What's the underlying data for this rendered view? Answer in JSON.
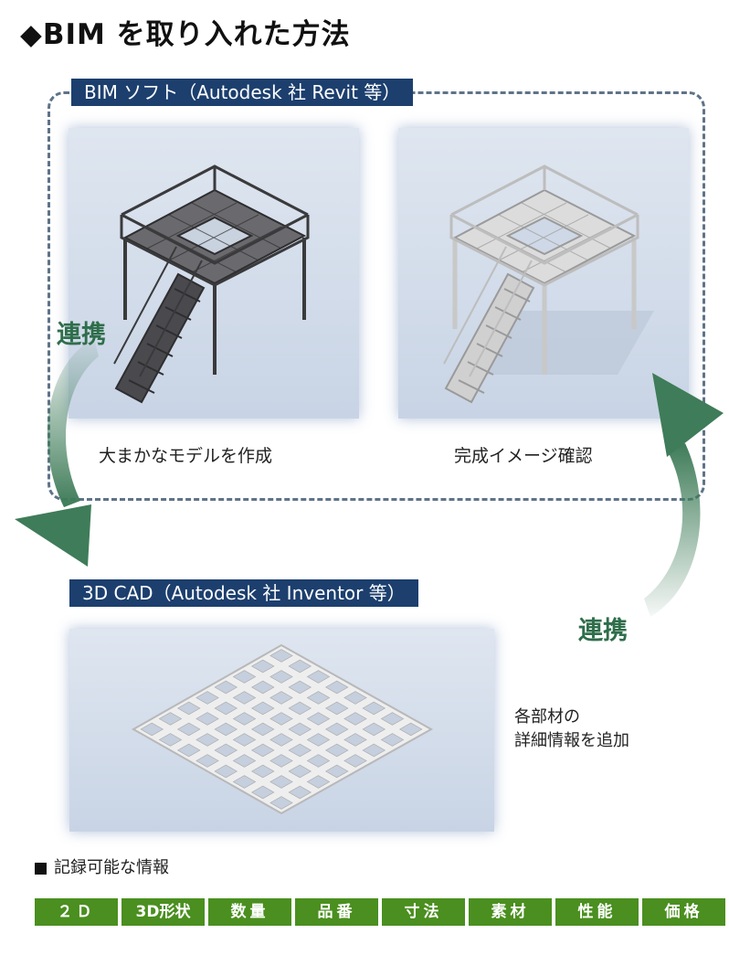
{
  "title": "◆BIM を取り入れた方法",
  "bim_section": {
    "label": "BIM ソフト（Autodesk 社 Revit 等）",
    "left_caption": "大まかなモデルを作成",
    "right_caption": "完成イメージ確認"
  },
  "cad_section": {
    "label": "3D CAD（Autodesk 社 Inventor 等）",
    "note_line1": "各部材の",
    "note_line2": "詳細情報を追加"
  },
  "link_left": "連携",
  "link_right": "連携",
  "info": {
    "label": "記録可能な情報",
    "tags": [
      "２Ｄ",
      "3D形状",
      "数量",
      "品番",
      "寸法",
      "素材",
      "性能",
      "価格"
    ]
  },
  "colors": {
    "label_bg": "#1c3f6e",
    "tag_bg": "#4a8f1f",
    "arrow_green": "#3f7c59",
    "dashed_border": "#5e7388"
  }
}
